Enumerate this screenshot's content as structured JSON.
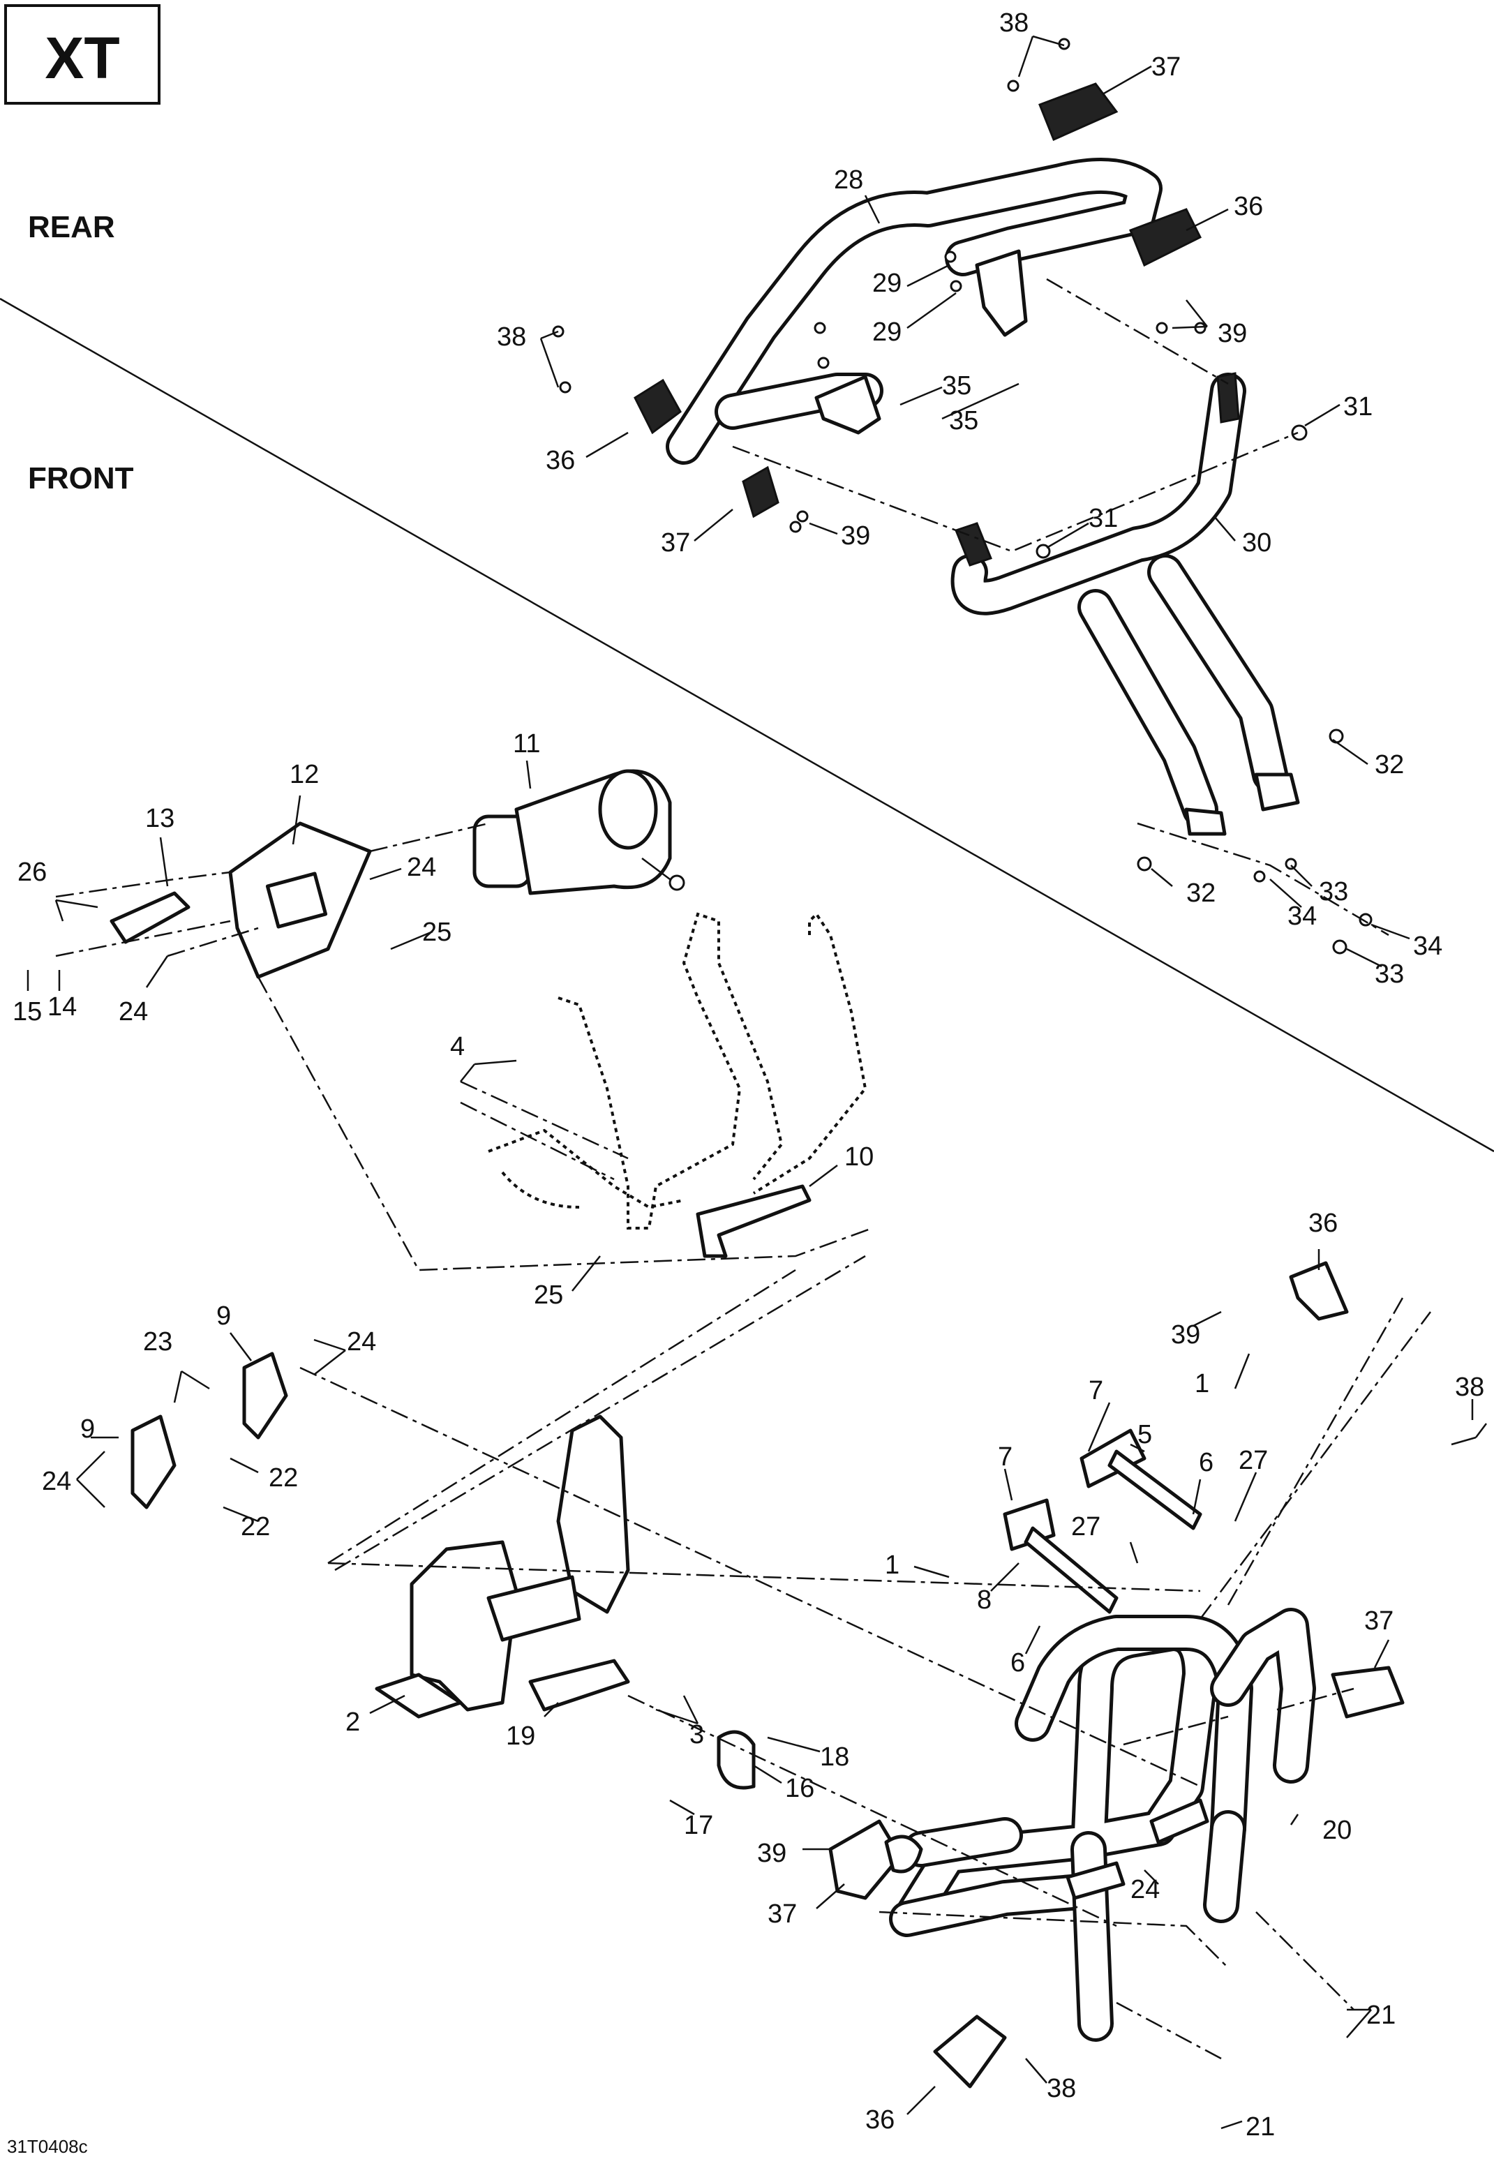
{
  "header": {
    "model_badge": "XT"
  },
  "orientation": {
    "rear_label": "REAR",
    "front_label": "FRONT"
  },
  "footer": {
    "drawing_code": "31T0408c"
  },
  "callouts": [
    {
      "id": "c38a",
      "text": "38"
    },
    {
      "id": "c37a",
      "text": "37"
    },
    {
      "id": "c28",
      "text": "28"
    },
    {
      "id": "c36a",
      "text": "36"
    },
    {
      "id": "c29a",
      "text": "29"
    },
    {
      "id": "c29b",
      "text": "29"
    },
    {
      "id": "c39a",
      "text": "39"
    },
    {
      "id": "c38b",
      "text": "38"
    },
    {
      "id": "c35a",
      "text": "35"
    },
    {
      "id": "c35b",
      "text": "35"
    },
    {
      "id": "c31a",
      "text": "31"
    },
    {
      "id": "c36b",
      "text": "36"
    },
    {
      "id": "c31b",
      "text": "31"
    },
    {
      "id": "c37b",
      "text": "37"
    },
    {
      "id": "c39b",
      "text": "39"
    },
    {
      "id": "c30",
      "text": "30"
    },
    {
      "id": "c11",
      "text": "11"
    },
    {
      "id": "c12",
      "text": "12"
    },
    {
      "id": "c13",
      "text": "13"
    },
    {
      "id": "c32a",
      "text": "32"
    },
    {
      "id": "c26",
      "text": "26"
    },
    {
      "id": "c24a",
      "text": "24"
    },
    {
      "id": "c25a",
      "text": "25"
    },
    {
      "id": "c32b",
      "text": "32"
    },
    {
      "id": "c33a",
      "text": "33"
    },
    {
      "id": "c34a",
      "text": "34"
    },
    {
      "id": "c34b",
      "text": "34"
    },
    {
      "id": "c15",
      "text": "15"
    },
    {
      "id": "c14",
      "text": "14"
    },
    {
      "id": "c33b",
      "text": "33"
    },
    {
      "id": "c24b",
      "text": "24"
    },
    {
      "id": "c4",
      "text": "4"
    },
    {
      "id": "c10",
      "text": "10"
    },
    {
      "id": "c25b",
      "text": "25"
    },
    {
      "id": "c36c",
      "text": "36"
    },
    {
      "id": "c9a",
      "text": "9"
    },
    {
      "id": "c23",
      "text": "23"
    },
    {
      "id": "c24c",
      "text": "24"
    },
    {
      "id": "c39c",
      "text": "39"
    },
    {
      "id": "c9b",
      "text": "9"
    },
    {
      "id": "c7a",
      "text": "7"
    },
    {
      "id": "c1a",
      "text": "1"
    },
    {
      "id": "c5",
      "text": "5"
    },
    {
      "id": "c24d",
      "text": "24"
    },
    {
      "id": "c22a",
      "text": "22"
    },
    {
      "id": "c7b",
      "text": "7"
    },
    {
      "id": "c6a",
      "text": "6"
    },
    {
      "id": "c27a",
      "text": "27"
    },
    {
      "id": "c22b",
      "text": "22"
    },
    {
      "id": "c27b",
      "text": "27"
    },
    {
      "id": "c1b",
      "text": "1"
    },
    {
      "id": "c8",
      "text": "8"
    },
    {
      "id": "c6b",
      "text": "6"
    },
    {
      "id": "c37c",
      "text": "37"
    },
    {
      "id": "c38c",
      "text": "38"
    },
    {
      "id": "c2",
      "text": "2"
    },
    {
      "id": "c19",
      "text": "19"
    },
    {
      "id": "c3",
      "text": "3"
    },
    {
      "id": "c18",
      "text": "18"
    },
    {
      "id": "c16",
      "text": "16"
    },
    {
      "id": "c20",
      "text": "20"
    },
    {
      "id": "c17",
      "text": "17"
    },
    {
      "id": "c39d",
      "text": "39"
    },
    {
      "id": "c24e",
      "text": "24"
    },
    {
      "id": "c37d",
      "text": "37"
    },
    {
      "id": "c21a",
      "text": "21"
    },
    {
      "id": "c38d",
      "text": "38"
    },
    {
      "id": "c36d",
      "text": "36"
    },
    {
      "id": "c21b",
      "text": "21"
    }
  ]
}
